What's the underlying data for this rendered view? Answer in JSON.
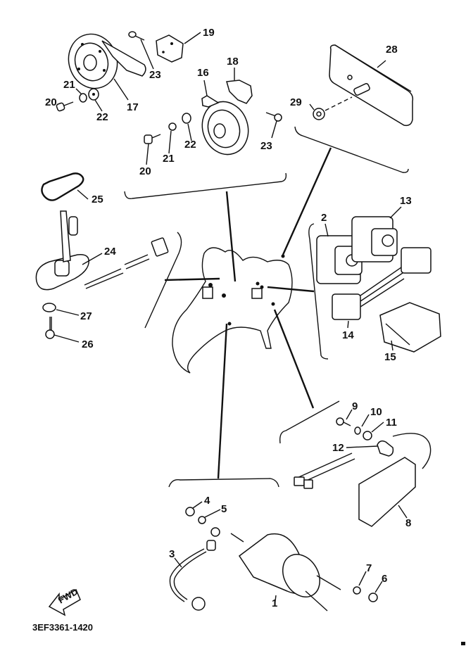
{
  "diagram": {
    "title": "Electrical parts exploded view",
    "drawing_code": "3EF3361-1420",
    "direction_marker": "FWD",
    "callouts": [
      {
        "id": "c19",
        "label": "19",
        "part": "bracket"
      },
      {
        "id": "c23a",
        "label": "23",
        "part": "bolt"
      },
      {
        "id": "c17",
        "label": "17",
        "part": "horn"
      },
      {
        "id": "c21a",
        "label": "21",
        "part": "lock washer"
      },
      {
        "id": "c20a",
        "label": "20",
        "part": "bolt"
      },
      {
        "id": "c22a",
        "label": "22",
        "part": "washer"
      },
      {
        "id": "c18",
        "label": "18",
        "part": "bracket"
      },
      {
        "id": "c16",
        "label": "16",
        "part": "horn"
      },
      {
        "id": "c23b",
        "label": "23",
        "part": "bolt"
      },
      {
        "id": "c22b",
        "label": "22",
        "part": "washer"
      },
      {
        "id": "c21b",
        "label": "21",
        "part": "lock washer"
      },
      {
        "id": "c20b",
        "label": "20",
        "part": "bolt"
      },
      {
        "id": "c28",
        "label": "28",
        "part": "reflector"
      },
      {
        "id": "c29",
        "label": "29",
        "part": "nut"
      },
      {
        "id": "c25",
        "label": "25",
        "part": "gasket"
      },
      {
        "id": "c24",
        "label": "24",
        "part": "fuel sender unit"
      },
      {
        "id": "c27",
        "label": "27",
        "part": "washer"
      },
      {
        "id": "c26",
        "label": "26",
        "part": "screw"
      },
      {
        "id": "c2",
        "label": "2",
        "part": "relay"
      },
      {
        "id": "c13",
        "label": "13",
        "part": "relay"
      },
      {
        "id": "c14",
        "label": "14",
        "part": "relay unit"
      },
      {
        "id": "c15",
        "label": "15",
        "part": "coupler"
      },
      {
        "id": "c9",
        "label": "9",
        "part": "bolt"
      },
      {
        "id": "c10",
        "label": "10",
        "part": "lock washer"
      },
      {
        "id": "c11",
        "label": "11",
        "part": "collar"
      },
      {
        "id": "c12",
        "label": "12",
        "part": "damper"
      },
      {
        "id": "c8",
        "label": "8",
        "part": "rectifier regulator"
      },
      {
        "id": "c4",
        "label": "4",
        "part": "nut"
      },
      {
        "id": "c5",
        "label": "5",
        "part": "lock washer"
      },
      {
        "id": "c3",
        "label": "3",
        "part": "lead"
      },
      {
        "id": "c1",
        "label": "1",
        "part": "starter relay"
      },
      {
        "id": "c7",
        "label": "7",
        "part": "lock washer"
      },
      {
        "id": "c6",
        "label": "6",
        "part": "nut"
      }
    ]
  }
}
